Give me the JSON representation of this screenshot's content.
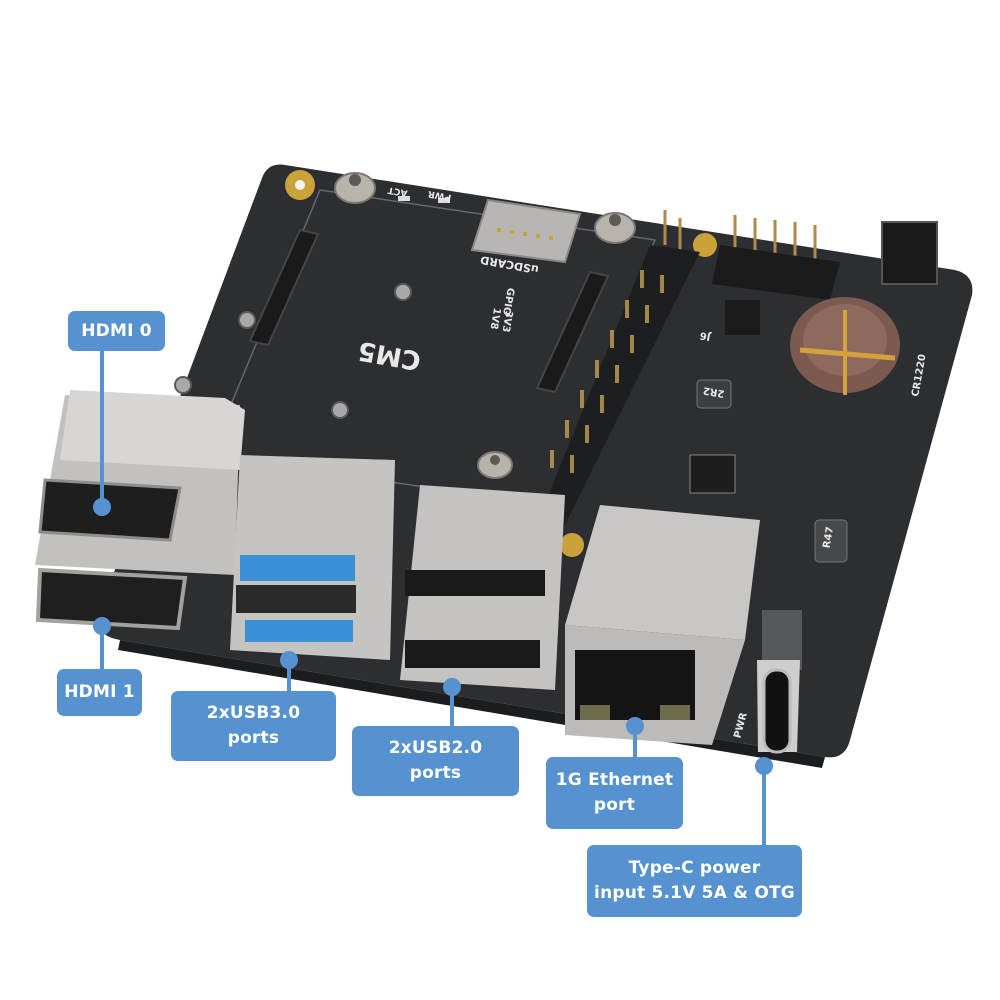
{
  "image": {
    "subject": "CM5 carrier board",
    "background_color": "#ffffff",
    "board_color": "#2b2d30",
    "callout_color": "#5592cf",
    "callout_text_color": "#ffffff"
  },
  "silkscreen": {
    "module": "CM5",
    "sd_slot": "uSDCARD",
    "led_act": "ACT",
    "led_pwr": "PWR",
    "gpio_label": "GPIO",
    "gpio_1v8": "1V8",
    "gpio_3v3": "3V3",
    "header_j6": "J6",
    "battery": "CR1220",
    "inductor_1": "2R2",
    "inductor_2": "R47",
    "power_port": "PWR"
  },
  "callouts": [
    {
      "id": "hdmi0",
      "lines": [
        "HDMI 0"
      ]
    },
    {
      "id": "hdmi1",
      "lines": [
        "HDMI 1"
      ]
    },
    {
      "id": "usb3",
      "lines": [
        "2xUSB3.0",
        "ports"
      ]
    },
    {
      "id": "usb2",
      "lines": [
        "2xUSB2.0",
        "ports"
      ]
    },
    {
      "id": "ethernet",
      "lines": [
        "1G Ethernet",
        "port"
      ]
    },
    {
      "id": "typec",
      "lines": [
        "Type-C power",
        "input 5.1V 5A & OTG"
      ]
    }
  ]
}
